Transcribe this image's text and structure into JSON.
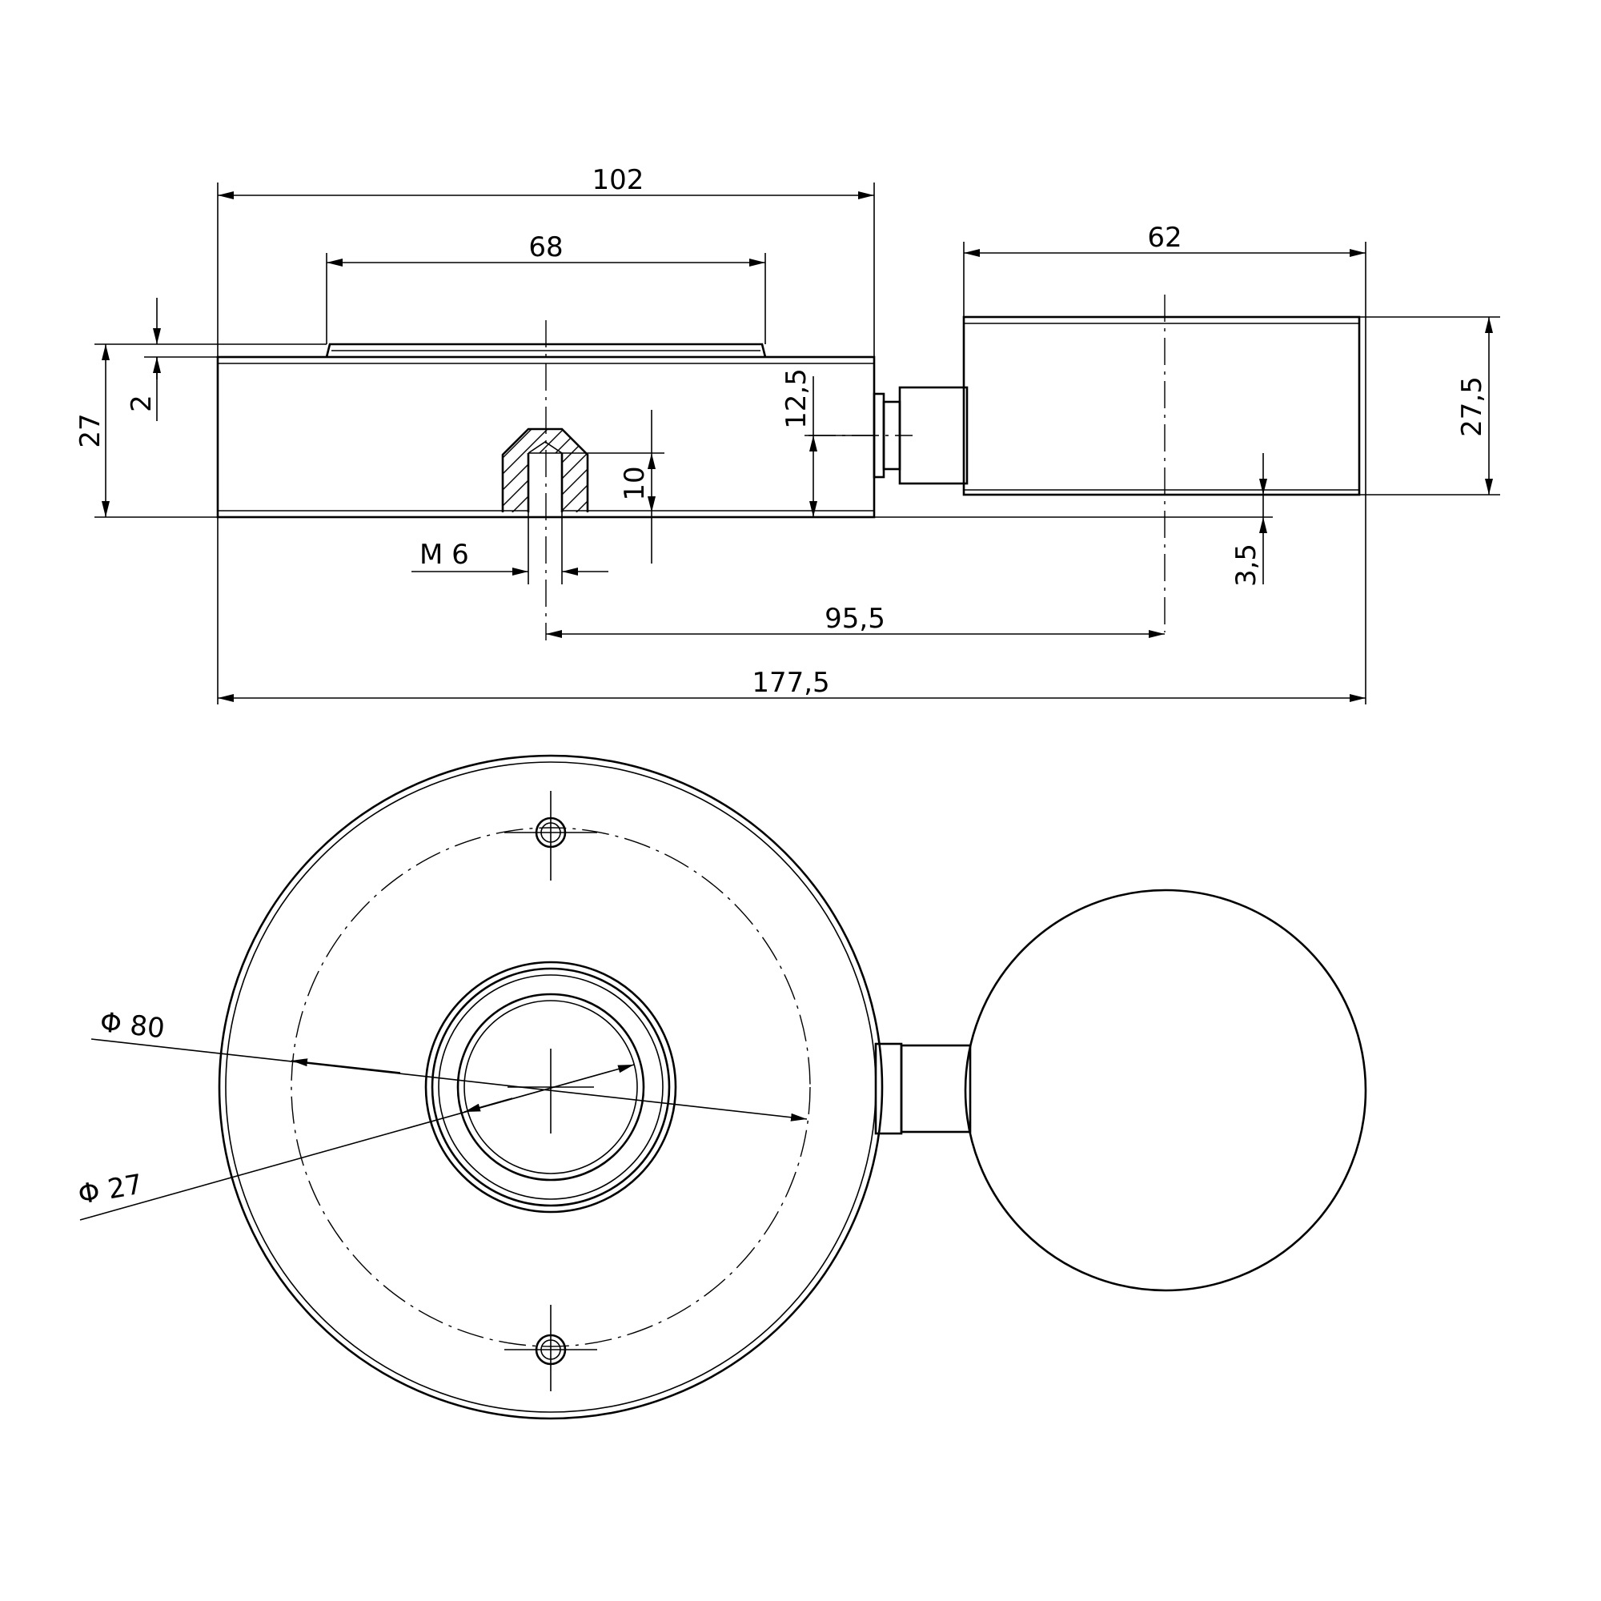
{
  "colors": {
    "line": "#000000",
    "background": "#ffffff"
  },
  "side_view": {
    "dims": {
      "overall_length": "177,5",
      "body_length": "102",
      "top_boss_length": "68",
      "box_length": "62",
      "center_distance": "95,5",
      "body_height": "27",
      "boss_height": "2",
      "connector_height": "12,5",
      "thread_depth": "10",
      "box_height": "27,5",
      "box_offset": "3,5",
      "thread": "M 6"
    }
  },
  "top_view": {
    "dims": {
      "bolt_circle_dia": "Φ 80",
      "bore_dia": "Φ 27"
    }
  }
}
